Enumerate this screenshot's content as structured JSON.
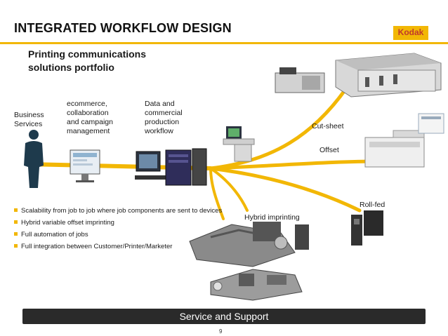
{
  "header": {
    "title": "INTEGRATED WORKFLOW DESIGN",
    "logo_text": "Kodak"
  },
  "subtitle_line1": "Printing communications",
  "subtitle_line2": "solutions portfolio",
  "labels": {
    "business_1": "Business",
    "business_2": "Services",
    "ecom_1": "ecommerce,",
    "ecom_2": "collaboration",
    "ecom_3": "and campaign",
    "ecom_4": "management",
    "data_1": "Data and",
    "data_2": "commercial",
    "data_3": "production",
    "data_4": "workflow",
    "cut_sheet": "Cut-sheet",
    "offset": "Offset",
    "roll_fed": "Roll-fed",
    "hybrid": "Hybrid imprinting"
  },
  "bullets": [
    "Scalability from job to job where job components are sent to devices",
    "Hybrid variable offset imprinting",
    "Full automation of jobs",
    "Full integration between Customer/Printer/Marketer"
  ],
  "footer": {
    "service": "Service and Support",
    "page_number": "9"
  },
  "colors": {
    "accent": "#f2b705",
    "footer_bg": "#2a2a2a",
    "logo_text": "#c0392b"
  }
}
